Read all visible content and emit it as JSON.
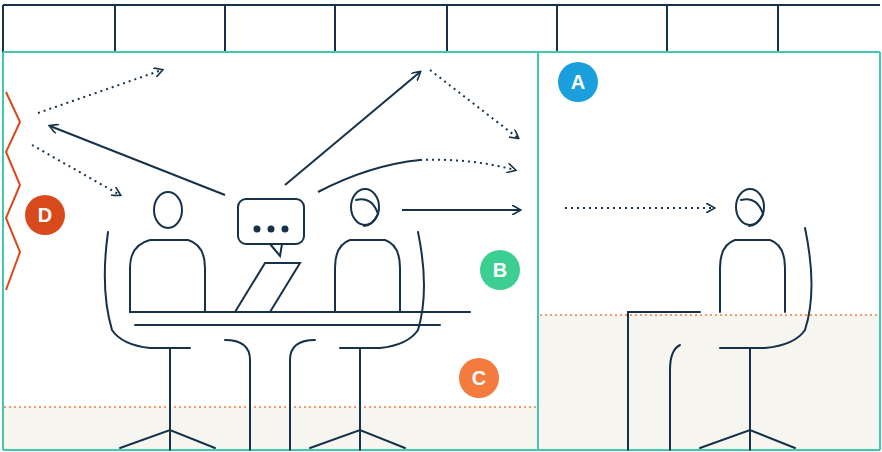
{
  "diagram": {
    "labels": [
      "A",
      "D",
      "B",
      "C"
    ]
  }
}
